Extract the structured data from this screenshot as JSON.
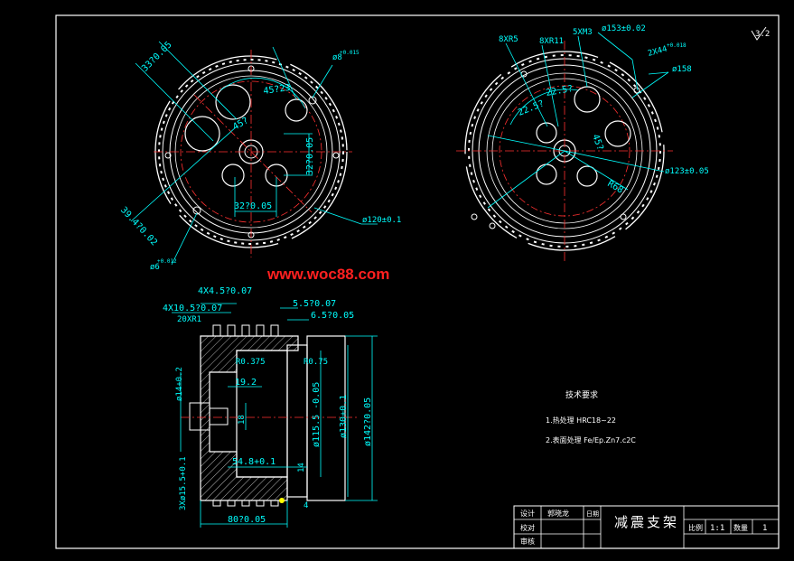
{
  "colors": {
    "background": "#000000",
    "line": "#ffffff",
    "dimension": "#00ffff",
    "centerline": "#ff3030",
    "hatch": "#ffffff",
    "text_green": "#00ff60",
    "watermark": "#ff2020",
    "hole": "#ffff00",
    "title_text": "#ffff80"
  },
  "watermark": "www.woc88.com",
  "roughness_mark": "3.2",
  "front_view": {
    "dim_top_left": "33?0.05",
    "dim_angle_45": "45?",
    "dim_45_23": "45?23",
    "dim_phi8": "ø8",
    "dim_phi8_tol": "+0.015",
    "dim_32_vertical": "32?0.05",
    "dim_32_horizontal": "32?0.05",
    "dim_39_4": "39.4?0.02",
    "dim_phi120": "ø120±0.1",
    "dim_phi6": "ø6",
    "dim_phi6_tol": "+0.012"
  },
  "right_view": {
    "dim_8xr5": "8XR5",
    "dim_8xr11": "8XR11",
    "dim_5xm3": "5XM3",
    "dim_phi153": "ø153±0.02",
    "dim_2x44": "2X44",
    "dim_2x44_tol": "+0.018",
    "dim_phi158": "ø158",
    "dim_22_5": "22.5?",
    "dim_22": "22.5?",
    "dim_45": "45?",
    "dim_phi123": "ø123±0.05",
    "dim_r68": "R68"
  },
  "section_view": {
    "dim_4x4_5": "4X4.5?0.07",
    "dim_4x10_5": "4X10.5?0.07",
    "dim_20xr1": "20XR1",
    "dim_5_5": "5.5?0.07",
    "dim_6_5": "6.5?0.05",
    "dim_r0_375": "R0.375",
    "dim_r0_75": "R0.75",
    "dim_19_2": "19.2",
    "dim_phi14": "ø14+0.2",
    "dim_18": "18",
    "dim_phi115": "ø115.5  -0.05",
    "dim_phi130": "ø130+0.1",
    "dim_phi142": "ø142?0.05",
    "dim_54_8": "54.8+0.1",
    "dim_14": "14",
    "dim_3x15": "3Xø15.5+0.1",
    "dim_4": "4",
    "dim_80": "80?0.05"
  },
  "tech_requirements": {
    "title": "技术要求",
    "item1": "1.热处理 HRC18~22",
    "item2": "2.表面处理 Fe/Ep.Zn7.c2C"
  },
  "title_block": {
    "label_design": "设计",
    "designer_name": "郭晓龙",
    "label_date": "日期",
    "label_check": "校对",
    "label_review": "审核",
    "part_name": "减震支架",
    "label_scale": "比例",
    "scale_value": "1:1",
    "label_quantity": "数量",
    "quantity_value": "1"
  }
}
